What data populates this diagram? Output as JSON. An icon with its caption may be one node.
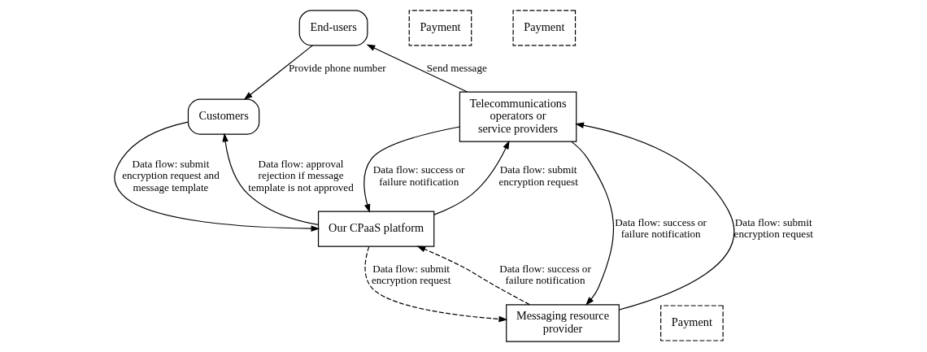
{
  "diagram": {
    "nodes": [
      {
        "text": [
          "End-users"
        ]
      },
      {
        "text": [
          "Customers"
        ]
      },
      {
        "text": [
          "Telecommunications operators or service providers"
        ]
      },
      {
        "text": [
          "Payment"
        ]
      },
      {
        "text": [
          "Payment"
        ]
      },
      {
        "text": [
          "Messaging resource provider"
        ]
      },
      {
        "text": [
          "Payment"
        ]
      },
      {
        "text": [
          "Our CPaaS platform"
        ]
      }
    ],
    "edges": [
      {
        "from": 0,
        "to": 1,
        "arrow": "to",
        "label": "Provide phone number"
      },
      {
        "from": 2,
        "to": 0,
        "arrow": "to",
        "label": "Send message"
      },
      {
        "from": 7,
        "to": 1,
        "arrow": "to",
        "label": "Data flow: approval rejection if message template is not approved"
      },
      {
        "from": 1,
        "to": 7,
        "arrow": "to",
        "label": "Data flow: submit encryption request and message template"
      },
      {
        "from": 2,
        "to": 7,
        "arrow": "to",
        "label": "Data flow: success or failure notification"
      },
      {
        "from": 7,
        "to": 2,
        "arrow": "to",
        "label": "Data flow: submit encryption request"
      },
      {
        "from": 5,
        "to": 2,
        "arrow": "to",
        "label": "Data flow: submit encryption request"
      },
      {
        "from": 2,
        "to": 5,
        "arrow": "to",
        "label": "Data flow: success or failure notification"
      },
      {
        "from": 7,
        "to": 5,
        "arrow": "to",
        "label": "Data flow: submit encryption request",
        "style": "dashed"
      },
      {
        "from": 5,
        "to": 7,
        "arrow": "to",
        "label": "Data flow: success or failure notification",
        "style": "dashed"
      }
    ]
  }
}
